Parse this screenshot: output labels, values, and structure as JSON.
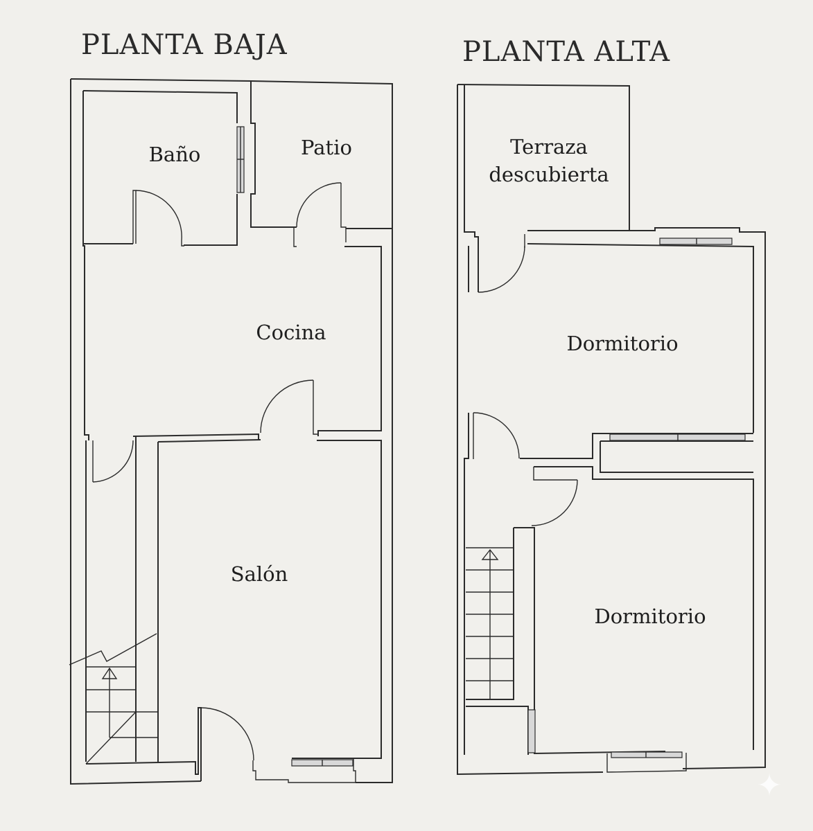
{
  "floor_plans": [
    {
      "title": "PLANTA BAJA",
      "rooms": [
        {
          "name": "Baño"
        },
        {
          "name": "Patio"
        },
        {
          "name": "Cocina"
        },
        {
          "name": "Salón"
        }
      ],
      "elements": [
        "stairs-up",
        "doors",
        "windows"
      ]
    },
    {
      "title": "PLANTA ALTA",
      "rooms": [
        {
          "name": "Terraza",
          "name_line2": "descubierta"
        },
        {
          "name": "Dormitorio"
        },
        {
          "name": "Dormitorio"
        }
      ],
      "elements": [
        "stairs-up",
        "doors",
        "windows"
      ]
    }
  ],
  "watermark": {
    "icon": "sparkle-icon",
    "glyph": "✦"
  }
}
